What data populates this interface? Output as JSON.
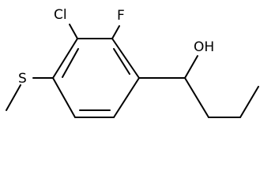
{
  "molecule": {
    "atoms": {
      "cl": "Cl",
      "f": "F",
      "s": "S",
      "oh": "OH"
    },
    "colors": {
      "bond": "#000000",
      "label": "#000000",
      "background": "#ffffff"
    }
  }
}
